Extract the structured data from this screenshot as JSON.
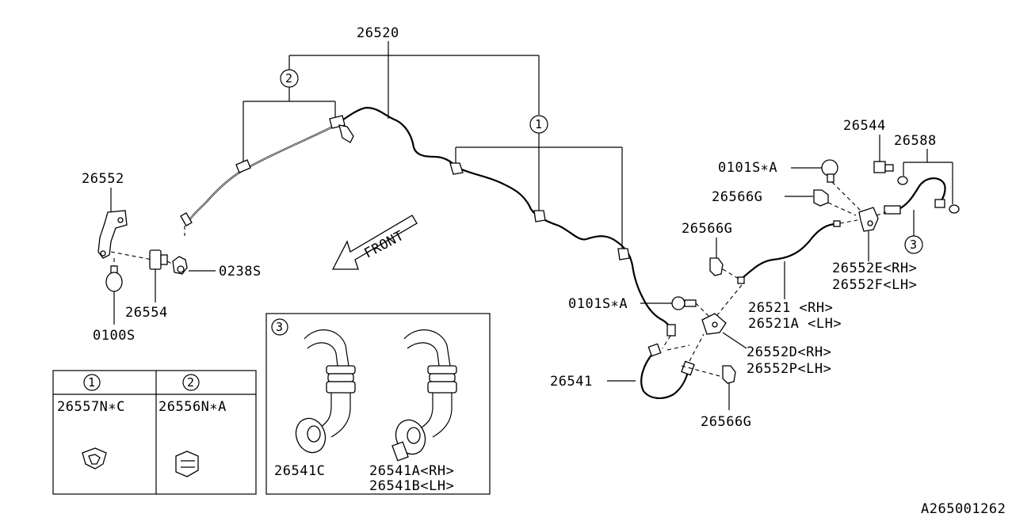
{
  "labels": {
    "main_pipe": "26520",
    "bracket_left": "26552",
    "bracket_union": "26554",
    "nut_0238": "0238S",
    "bolt_0100": "0100S",
    "front_arrow": "FRONT",
    "bolt_26544": "26544",
    "hose_26588": "26588",
    "bolt_0101_top": "0101S∗A",
    "clip_g_top": "26566G",
    "clip_g_mid": "26566G",
    "bracket_e_rh": "26552E<RH>",
    "bracket_f_lh": "26552F<LH>",
    "pipe_rh": "26521  <RH>",
    "pipe_lh": "26521A <LH>",
    "bolt_0101_mid": "0101S∗A",
    "bracket_d_rh": "26552D<RH>",
    "bracket_p_lh": "26552P<LH>",
    "hose_26541": "26541",
    "clip_g_bottom": "26566G",
    "hose_c": "26541C",
    "hose_a_rh": "26541A<RH>",
    "hose_b_lh": "26541B<LH>",
    "diagram_code": "A265001262"
  },
  "callouts": {
    "c1": "1",
    "c2": "2",
    "c3": "3"
  },
  "legend": {
    "col1_num": "1",
    "col1_part": "26557N∗C",
    "col2_num": "2",
    "col2_part": "26556N∗A",
    "inset_num": "3"
  }
}
